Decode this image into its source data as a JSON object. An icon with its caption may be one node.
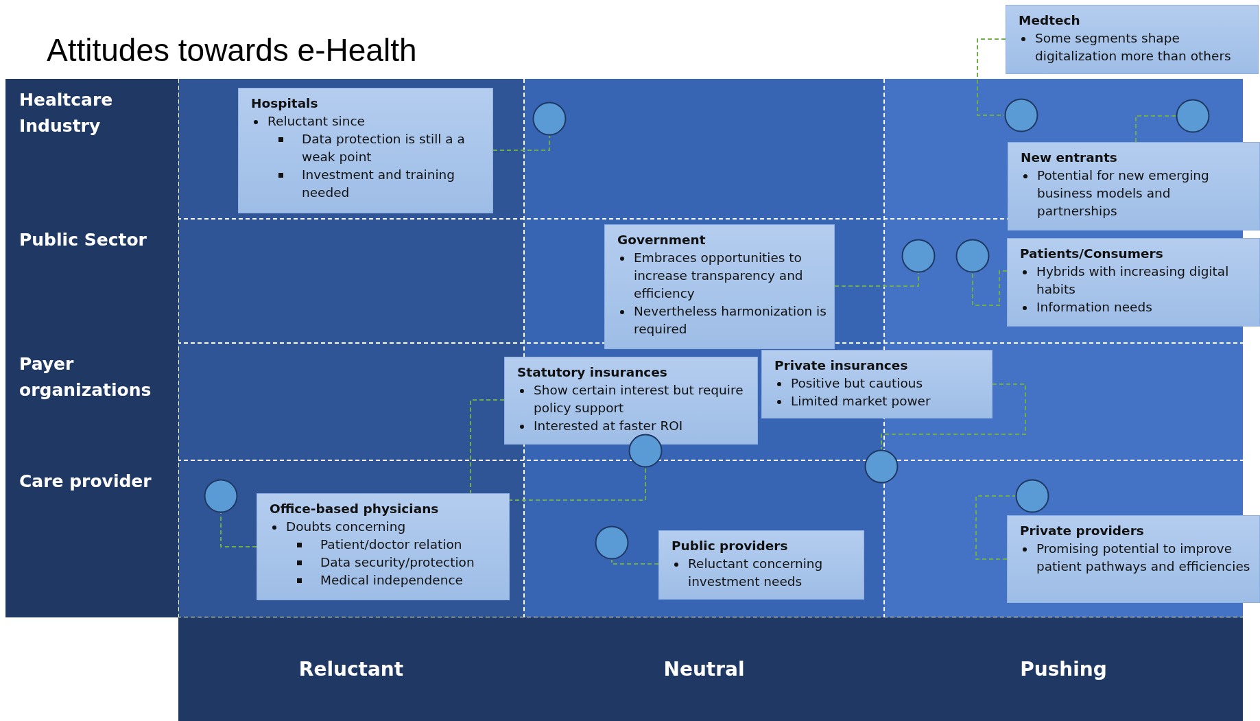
{
  "diagram": {
    "title": "Attitudes towards e-Health",
    "nodes": [
      {
        "text": [
          "Healtcare Industry"
        ]
      },
      {
        "text": [
          "Public Sector"
        ]
      },
      {
        "text": [
          "Payer organizations"
        ]
      },
      {
        "text": [
          "Care provider"
        ]
      },
      {
        "text": [
          "Reluctant"
        ]
      },
      {
        "text": [
          "Neutral"
        ]
      },
      {
        "text": [
          "Pushing"
        ]
      },
      {
        "text": [
          "Medtech",
          "Some segments shape digitalization more than others"
        ]
      },
      {
        "text": [
          "Hospitals",
          "Reluctant since",
          "Data protection is still a a weak point",
          "Investment and training needed"
        ]
      },
      {
        "text": [
          "New entrants",
          "Potential for new emerging business models and partnerships"
        ]
      },
      {
        "text": [
          "Government",
          "Embraces opportunities to increase transparency and efficiency",
          "Nevertheless harmonization is required"
        ]
      },
      {
        "text": [
          "Patients/Consumers",
          "Hybrids with increasing digital habits",
          "Information needs"
        ]
      },
      {
        "text": [
          "Statutory insurances",
          "Show certain interest but require policy support",
          "Interested at faster ROI"
        ]
      },
      {
        "text": [
          "Private insurances",
          "Positive but cautious",
          "Limited market power"
        ]
      },
      {
        "text": [
          "Office-based physicians",
          "Doubts concerning",
          "Patient/doctor relation",
          "Data security/protection",
          "Medical independence"
        ]
      },
      {
        "text": [
          "Public providers",
          "Reluctant concerning investment needs"
        ]
      },
      {
        "text": [
          "Private providers",
          "Promising potential to improve patient pathways and efficiencies"
        ]
      },
      {
        "text": [],
        "shape": "circle"
      },
      {
        "text": [],
        "shape": "circle"
      },
      {
        "text": [],
        "shape": "circle"
      },
      {
        "text": [],
        "shape": "circle"
      },
      {
        "text": [],
        "shape": "circle"
      },
      {
        "text": [],
        "shape": "circle"
      },
      {
        "text": [],
        "shape": "circle"
      },
      {
        "text": [],
        "shape": "circle"
      },
      {
        "text": [],
        "shape": "circle"
      },
      {
        "text": [],
        "shape": "circle"
      }
    ],
    "edges": [
      {
        "from": 8,
        "to": 17,
        "arrow": "none",
        "style": "dashed"
      },
      {
        "from": 7,
        "to": 18,
        "arrow": "none",
        "style": "dashed"
      },
      {
        "from": 9,
        "to": 19,
        "arrow": "none",
        "style": "dashed"
      },
      {
        "from": 10,
        "to": 20,
        "arrow": "none",
        "style": "dashed"
      },
      {
        "from": 11,
        "to": 21,
        "arrow": "none",
        "style": "dashed"
      },
      {
        "from": 12,
        "to": 22,
        "arrow": "none",
        "style": "dashed"
      },
      {
        "from": 13,
        "to": 23,
        "arrow": "none",
        "style": "dashed"
      },
      {
        "from": 14,
        "to": 24,
        "arrow": "none",
        "style": "dashed"
      },
      {
        "from": 15,
        "to": 25,
        "arrow": "none",
        "style": "dashed"
      },
      {
        "from": 16,
        "to": 26,
        "arrow": "none",
        "style": "dashed"
      }
    ]
  }
}
